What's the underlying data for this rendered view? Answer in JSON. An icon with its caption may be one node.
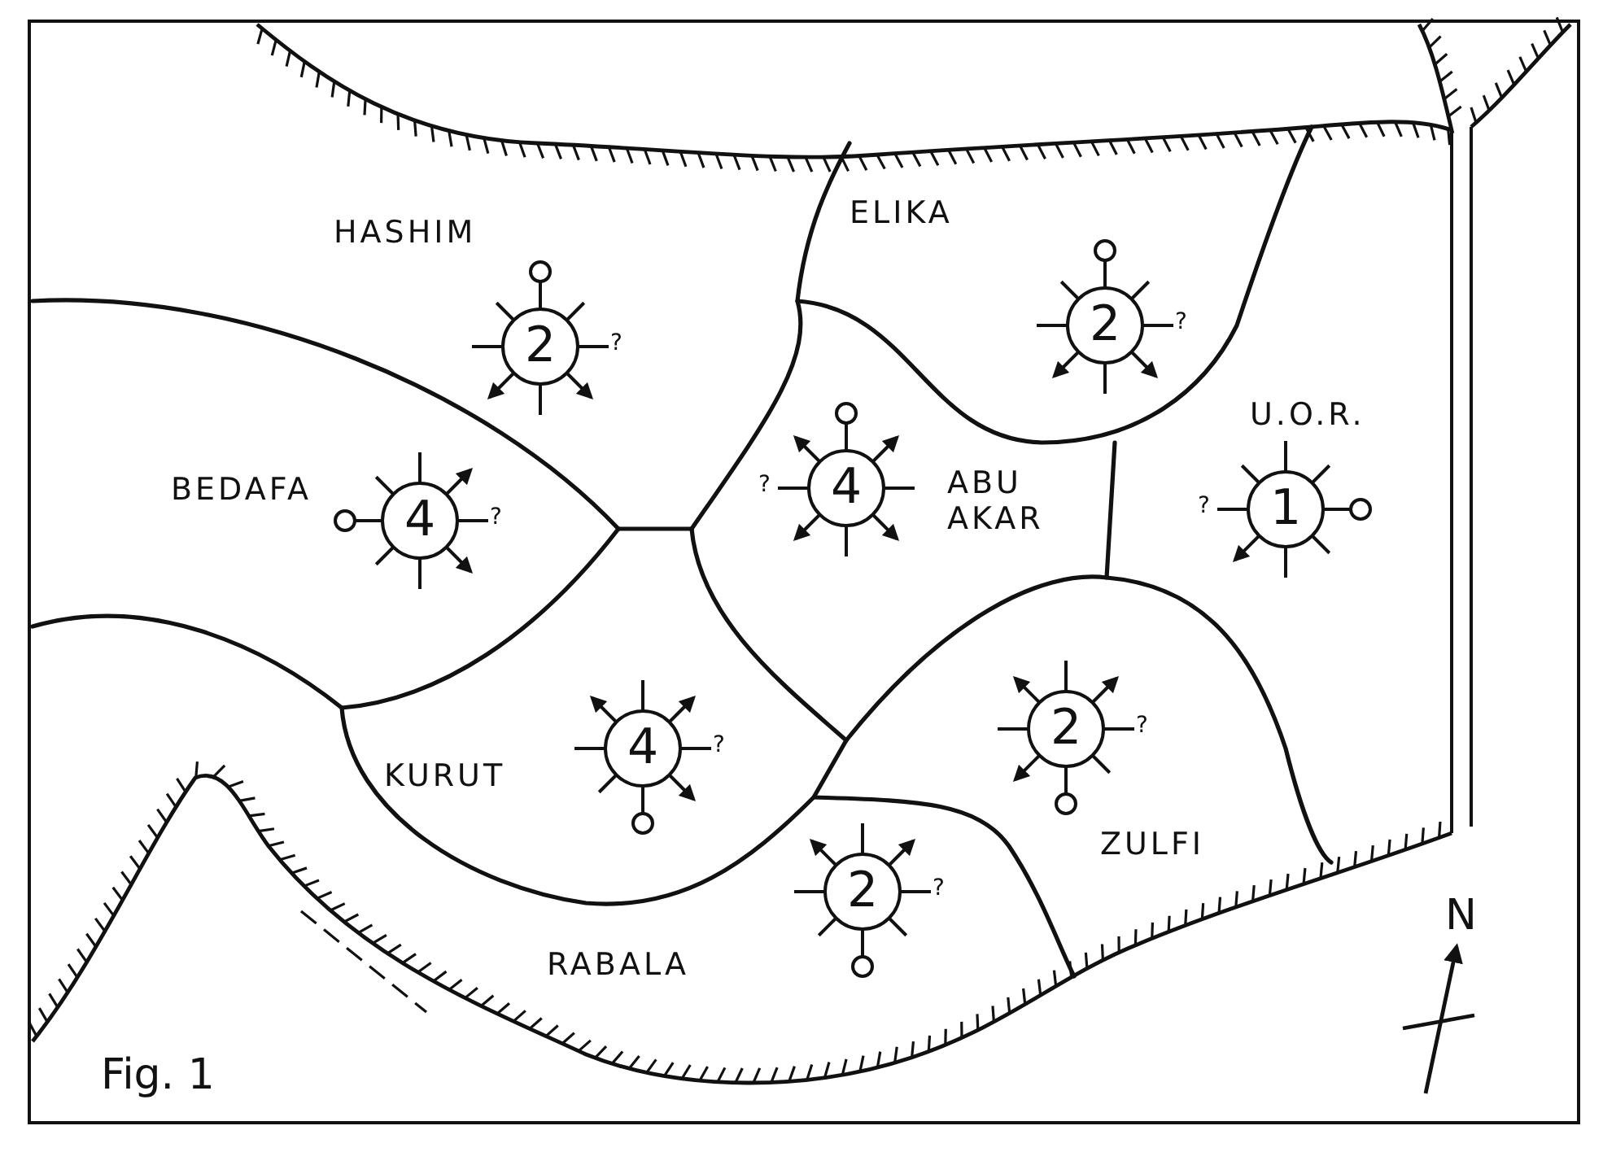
{
  "diagram": {
    "nodes": [
      {
        "text": [
          "HASHIM"
        ]
      },
      {
        "text": [
          "2"
        ],
        "in": 0,
        "beside": [
          "?"
        ]
      },
      {
        "text": [
          "ELIKA"
        ]
      },
      {
        "text": [
          "2"
        ],
        "in": 2,
        "beside": [
          "?"
        ]
      },
      {
        "text": [
          "BEDAFA"
        ]
      },
      {
        "text": [
          "4"
        ],
        "in": 4,
        "beside": [
          "?"
        ]
      },
      {
        "text": [
          "ABU AKAR"
        ]
      },
      {
        "text": [
          "4"
        ],
        "in": 6,
        "beside": [
          "?"
        ]
      },
      {
        "text": [
          "U.O.R."
        ]
      },
      {
        "text": [
          "1"
        ],
        "in": 8,
        "beside": [
          "?"
        ]
      },
      {
        "text": [
          "KURUT"
        ]
      },
      {
        "text": [
          "4"
        ],
        "in": 10,
        "beside": [
          "?"
        ]
      },
      {
        "text": [
          "ZULFI"
        ]
      },
      {
        "text": [
          "2"
        ],
        "in": 12,
        "beside": [
          "?"
        ]
      },
      {
        "text": [
          "RABALA"
        ]
      },
      {
        "text": [
          "2"
        ],
        "in": 14,
        "beside": [
          "?"
        ]
      }
    ],
    "edges": [],
    "labels": [
      "N",
      "Fig. 1"
    ]
  }
}
